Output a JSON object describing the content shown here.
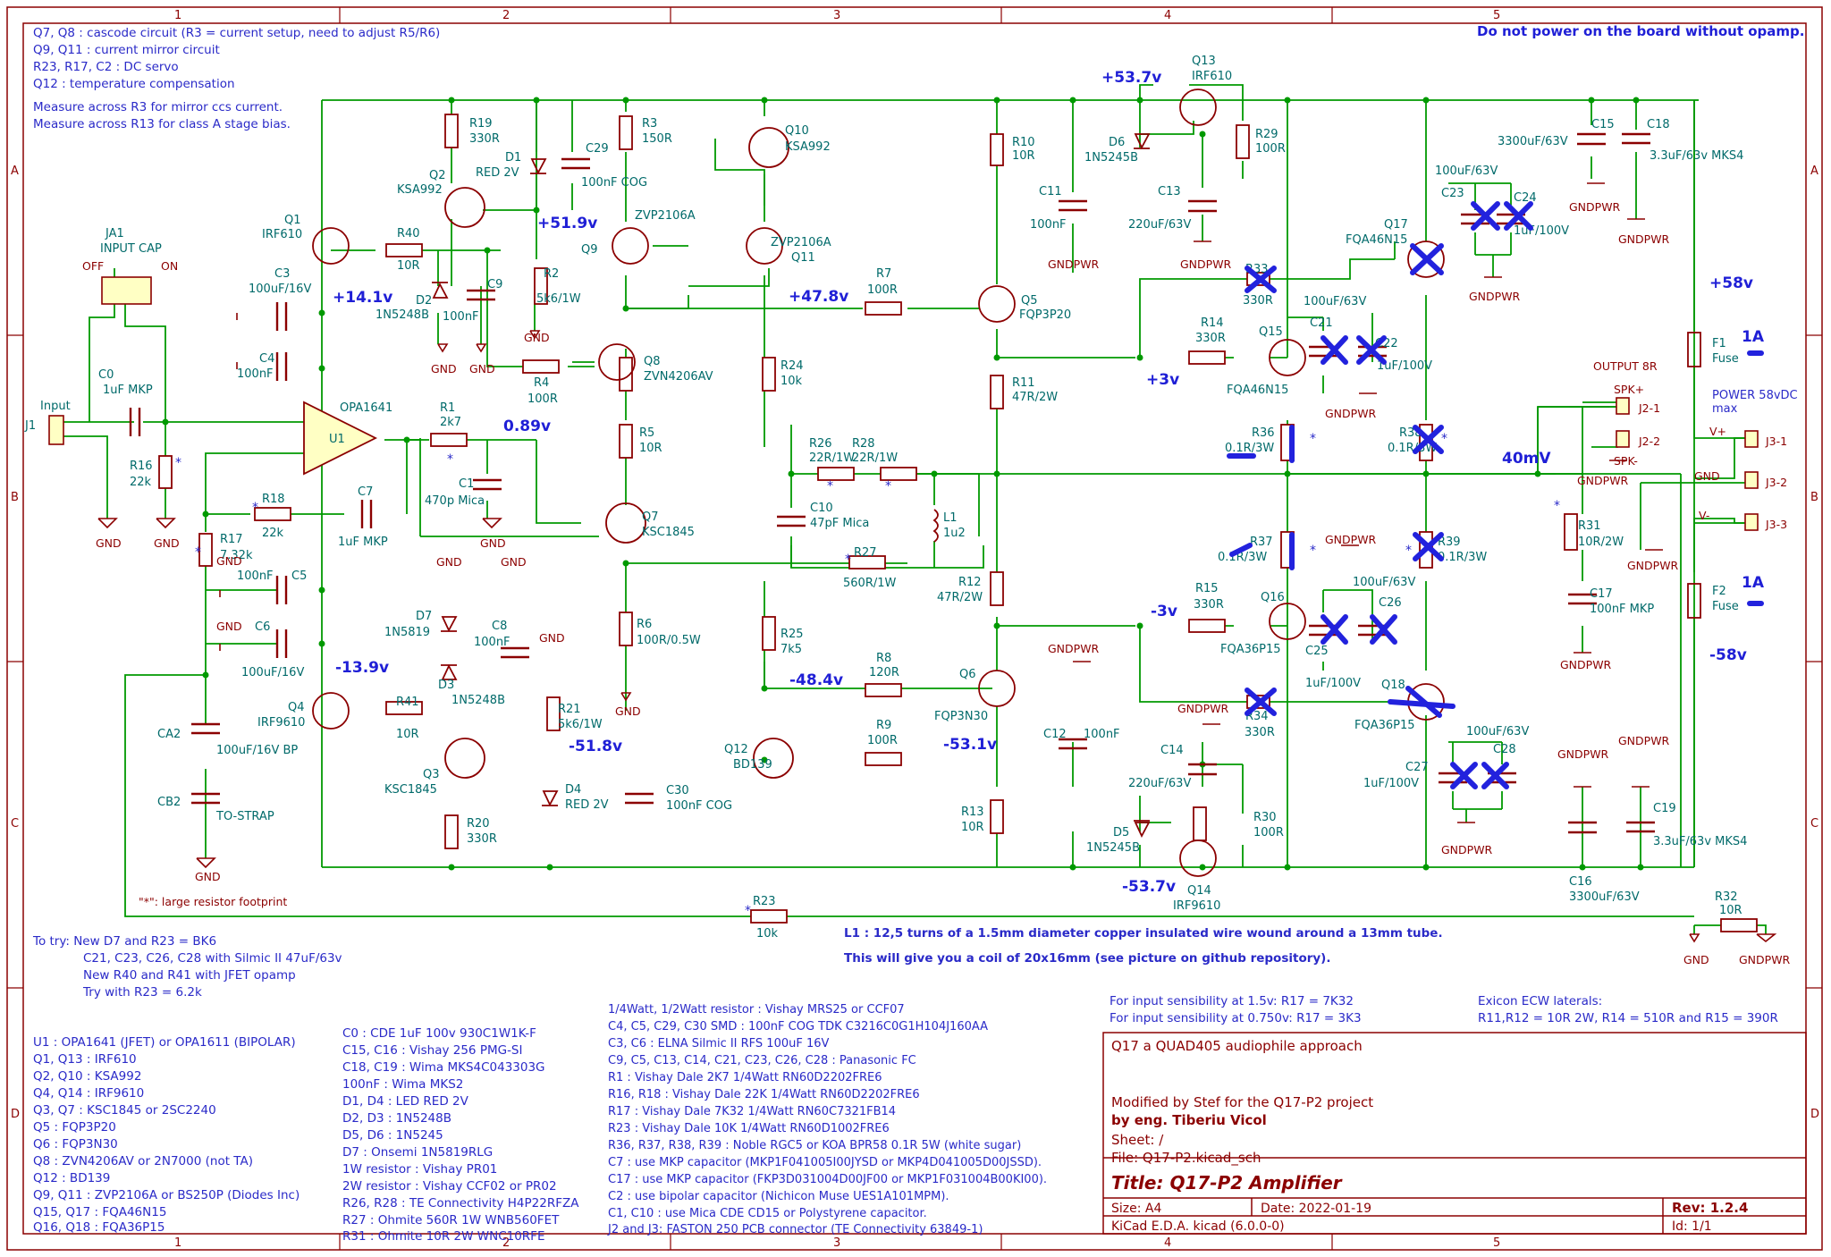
{
  "colors": {
    "border": "#8b0000",
    "wire": "#009900",
    "part": "#8b0000",
    "ref": "#006a6a",
    "note": "#2a2ac8",
    "voltage": "#1f1fd6",
    "strike": "#2222dd",
    "pin": "#8b0000",
    "symbol_fill": "#ffffc4"
  },
  "frame": {
    "cols": [
      "1",
      "2",
      "3",
      "4",
      "5"
    ],
    "rows": [
      "A",
      "B",
      "C",
      "D"
    ]
  },
  "warning": "Do not power on the board without opamp.",
  "notes_top": [
    "Q7, Q8 : cascode circuit (R3 = current setup, need to adjust R5/R6)",
    "Q9, Q11 : current mirror circuit",
    "R23, R17, C2 : DC servo",
    "Q12 : temperature compensation",
    "Measure across R3 for mirror ccs current.",
    "Measure across R13 for class A stage bias."
  ],
  "voltages": {
    "v_53_7p": "+53.7v",
    "v_51_9": "+51.9v",
    "v_14_1": "+14.1v",
    "v_47_8": "+47.8v",
    "v_0_89": "0.89v",
    "v_3p": "+3v",
    "v_3m": "-3v",
    "v_13_9": "-13.9v",
    "v_48_4": "-48.4v",
    "v_51_8": "-51.8v",
    "v_53_1": "-53.1v",
    "v_53_7m": "-53.7v",
    "v_58p": "+58v",
    "v_58m": "-58v",
    "v_40mv": "40mV",
    "f1_rating": "1A",
    "f2_rating": "1A"
  },
  "components": [
    {
      "ref": "R19",
      "value": "330R"
    },
    {
      "ref": "D1",
      "value": "RED 2V"
    },
    {
      "ref": "C29",
      "value": "100nF COG"
    },
    {
      "ref": "R3",
      "value": "150R"
    },
    {
      "ref": "Q10",
      "value": "KSA992"
    },
    {
      "ref": "Q2",
      "value": "KSA992"
    },
    {
      "ref": "R10",
      "value": "10R"
    },
    {
      "ref": "C11",
      "value": "100nF"
    },
    {
      "ref": "Q1",
      "value": "IRF610"
    },
    {
      "ref": "R40",
      "value": "10R"
    },
    {
      "ref": "C9",
      "value": "100nF"
    },
    {
      "ref": "D2",
      "value": "1N5248B"
    },
    {
      "ref": "R2",
      "value": "5k6/1W"
    },
    {
      "ref": "Q9",
      "value": "ZVP2106A"
    },
    {
      "ref": "Q11",
      "value": "ZVP2106A"
    },
    {
      "ref": "R7",
      "value": "100R"
    },
    {
      "ref": "Q5",
      "value": "FQP3P20"
    },
    {
      "ref": "C3",
      "value": "100uF/16V"
    },
    {
      "ref": "C4",
      "value": "100nF"
    },
    {
      "ref": "R4",
      "value": "100R"
    },
    {
      "ref": "Q8",
      "value": "ZVN4206AV"
    },
    {
      "ref": "R24",
      "value": "10k"
    },
    {
      "ref": "R11",
      "value": "47R/2W"
    },
    {
      "ref": "C0",
      "value": "1uF MKP"
    },
    {
      "ref": "U1",
      "value": "OPA1641"
    },
    {
      "ref": "R1",
      "value": "2k7"
    },
    {
      "ref": "R5",
      "value": "10R"
    },
    {
      "ref": "R16",
      "value": "22k"
    },
    {
      "ref": "C1",
      "value": "470p Mica"
    },
    {
      "ref": "R26",
      "value": "22R/1W"
    },
    {
      "ref": "R28",
      "value": "22R/1W"
    },
    {
      "ref": "C10",
      "value": "47pF Mica"
    },
    {
      "ref": "L1",
      "value": "1u2"
    },
    {
      "ref": "R18",
      "value": "22k"
    },
    {
      "ref": "C7",
      "value": "1uF MKP"
    },
    {
      "ref": "Q7",
      "value": "KSC1845"
    },
    {
      "ref": "R17",
      "value": "7.32k"
    },
    {
      "ref": "R27",
      "value": "560R/1W"
    },
    {
      "ref": "R12",
      "value": "47R/2W"
    },
    {
      "ref": "C5",
      "value": "100nF"
    },
    {
      "ref": "D7",
      "value": "1N5819"
    },
    {
      "ref": "C8",
      "value": "100nF"
    },
    {
      "ref": "R6",
      "value": "100R/0.5W"
    },
    {
      "ref": "C6",
      "value": "100uF/16V"
    },
    {
      "ref": "D3",
      "value": "1N5248B"
    },
    {
      "ref": "R25",
      "value": "7k5"
    },
    {
      "ref": "R8",
      "value": "120R"
    },
    {
      "ref": "Q6",
      "value": "FQP3N30"
    },
    {
      "ref": "Q4",
      "value": "IRF9610"
    },
    {
      "ref": "R41",
      "value": "10R"
    },
    {
      "ref": "R21",
      "value": "5k6/1W"
    },
    {
      "ref": "CA2",
      "value": "100uF/16V BP"
    },
    {
      "ref": "Q3",
      "value": "KSC1845"
    },
    {
      "ref": "R9",
      "value": "100R"
    },
    {
      "ref": "C12",
      "value": "100nF"
    },
    {
      "ref": "Q12",
      "value": "BD139"
    },
    {
      "ref": "D4",
      "value": "RED 2V"
    },
    {
      "ref": "CB2",
      "value": "TO-STRAP"
    },
    {
      "ref": "R20",
      "value": "330R"
    },
    {
      "ref": "C30",
      "value": "100nF COG"
    },
    {
      "ref": "R13",
      "value": "10R"
    },
    {
      "ref": "R23",
      "value": "10k"
    },
    {
      "ref": "Q13",
      "value": "IRF610"
    },
    {
      "ref": "D6",
      "value": "1N5245B"
    },
    {
      "ref": "R29",
      "value": "100R"
    },
    {
      "ref": "C13",
      "value": "220uF/63V"
    },
    {
      "ref": "R33",
      "value": "330R"
    },
    {
      "ref": "R14",
      "value": "330R"
    },
    {
      "ref": "Q15",
      "value": "FQA46N15"
    },
    {
      "ref": "C21",
      "value": "100uF/63V"
    },
    {
      "ref": "C22",
      "value": "1uF/100V"
    },
    {
      "ref": "R36",
      "value": "0.1R/3W"
    },
    {
      "ref": "R37",
      "value": "0.1R/3W"
    },
    {
      "ref": "R15",
      "value": "330R"
    },
    {
      "ref": "Q16",
      "value": "FQA36P15"
    },
    {
      "ref": "C25",
      "value": "1uF/100V"
    },
    {
      "ref": "C26",
      "value": "100uF/63V"
    },
    {
      "ref": "R34",
      "value": "330R"
    },
    {
      "ref": "C14",
      "value": "220uF/63V"
    },
    {
      "ref": "D5",
      "value": "1N5245B"
    },
    {
      "ref": "Q14",
      "value": "IRF9610"
    },
    {
      "ref": "R30",
      "value": "100R"
    },
    {
      "ref": "Q17",
      "value": "FQA46N15"
    },
    {
      "ref": "C23",
      "value": "100uF/63V"
    },
    {
      "ref": "C24",
      "value": "1uF/100V"
    },
    {
      "ref": "R38",
      "value": "0.1R/3W"
    },
    {
      "ref": "R39",
      "value": "0.1R/3W"
    },
    {
      "ref": "Q18",
      "value": "FQA36P15"
    },
    {
      "ref": "C27",
      "value": "1uF/100V"
    },
    {
      "ref": "C28",
      "value": "100uF/63V"
    },
    {
      "ref": "C15",
      "value": "3300uF/63V"
    },
    {
      "ref": "C18",
      "value": "3.3uF/63v MKS4"
    },
    {
      "ref": "C16",
      "value": "3300uF/63V"
    },
    {
      "ref": "C19",
      "value": "3.3uF/63v MKS4"
    },
    {
      "ref": "R31",
      "value": "10R/2W"
    },
    {
      "ref": "C17",
      "value": "100nF MKP"
    },
    {
      "ref": "R32",
      "value": "10R"
    },
    {
      "ref": "F1",
      "value": "Fuse"
    },
    {
      "ref": "F2",
      "value": "Fuse"
    },
    {
      "ref": "J1",
      "value": "Input"
    },
    {
      "ref": "JA1",
      "value": "INPUT CAP"
    }
  ],
  "labels": {
    "gnd": "GND",
    "gndpwr": "GNDPWR",
    "jumper_off": "OFF",
    "jumper_on": "ON",
    "output": "OUTPUT 8R",
    "spk_plus": "SPK+",
    "spk_minus": "SPK-",
    "j2_1": "J2-1",
    "j2_2": "J2-2",
    "j3_1": "J3-1",
    "j3_2": "J3-2",
    "j3_3": "J3-3",
    "power": "POWER 58vDC",
    "power_max": "max",
    "vplus": "V+",
    "vminus": "V-",
    "large_footprint": "\"*\": large resistor footprint",
    "star": "*"
  },
  "l1_note": [
    "L1 : 12,5 turns of a 1.5mm diameter copper insulated wire wound around a 13mm tube.",
    "This will give you a coil of 20x16mm (see picture on github repository)."
  ],
  "to_try": [
    "To try:  New D7 and R23 = BK6",
    "C21, C23, C26, C28 with Silmic II 47uF/63v",
    "New R40 and R41 with JFET opamp",
    "Try with R23 = 6.2k"
  ],
  "bom_col1": [
    "U1 : OPA1641 (JFET) or OPA1611 (BIPOLAR)",
    "Q1, Q13 : IRF610",
    "Q2, Q10 : KSA992",
    "Q4, Q14 : IRF9610",
    "Q3, Q7 : KSC1845 or 2SC2240",
    "Q5 : FQP3P20",
    "Q6 : FQP3N30",
    "Q8 : ZVN4206AV or 2N7000 (not TA)",
    "Q12 : BD139",
    "Q9, Q11 : ZVP2106A or BS250P (Diodes Inc)",
    "Q15, Q17 : FQA46N15",
    "Q16, Q18 : FQA36P15"
  ],
  "bom_col2": [
    "C0 : CDE 1uF 100v 930C1W1K-F",
    "C15, C16 : Vishay 256 PMG-SI",
    "C18, C19 : Wima MKS4C043303G",
    "100nF : Wima MKS2",
    "D1, D4 : LED RED 2V",
    "D2, D3 : 1N5248B",
    "D5, D6 : 1N5245",
    "D7 : Onsemi 1N5819RLG",
    "1W resistor : Vishay PR01",
    "2W resistor : Vishay CCF02 or PR02",
    "R26, R28 : TE Connectivity H4P22RFZA",
    "R27 : Ohmite 560R 1W WNB560FET",
    "R31 : Ohmite 10R 2W WNC10RFE"
  ],
  "bom_col3": [
    "1/4Watt, 1/2Watt resistor : Vishay MRS25 or CCF07",
    "C4, C5, C29, C30 SMD : 100nF COG TDK C3216C0G1H104J160AA",
    "C3, C6 : ELNA Silmic II RFS 100uF 16V",
    "C9, C5, C13, C14, C21, C23, C26, C28 : Panasonic FC",
    "R1 : Vishay Dale 2K7 1/4Watt RN60D2202FRE6",
    "R16, R18 : Vishay Dale 22K 1/4Watt RN60D2202FRE6",
    "R17 : Vishay Dale 7K32 1/4Watt RN60C7321FB14",
    "R23 : Vishay Dale 10K 1/4Watt RN60D1002FRE6",
    "R36, R37, R38, R39 : Noble RGC5 or KOA BPR58 0.1R 5W (white sugar)",
    "C7 : use MKP capacitor (MKP1F041005I00JYSD or MKP4D041005D00JSSD).",
    "C17 : use MKP capacitor (FKP3D031004D00JF00 or MKP1F031004B00KI00).",
    "C2 : use bipolar capacitor (Nichicon Muse UES1A101MPM).",
    "C1, C10 : use Mica CDE CD15 or Polystyrene capacitor.",
    "J2 and J3: FASTON 250 PCB connector (TE Connectivity 63849-1)"
  ],
  "sensibility": [
    "For input sensibility at 1.5v: R17 = 7K32",
    "For input sensibility at 0.750v: R17 = 3K3"
  ],
  "exicon": [
    "Exicon ECW laterals:",
    "R11,R12 = 10R 2W, R14 = 510R and R15 = 390R"
  ],
  "title_block": {
    "comment1": "Q17 a QUAD405 audiophile approach",
    "comment2": "Modified by Stef for the Q17-P2 project",
    "comment3": "by eng. Tiberiu Vicol",
    "sheet": "Sheet: /",
    "file": "File: Q17-P2.kicad_sch",
    "title": "Title: Q17-P2 Amplifier",
    "size": "Size: A4",
    "date": "Date: 2022-01-19",
    "rev": "Rev: 1.2.4",
    "kicad": "KiCad E.D.A.  kicad (6.0.0-0)",
    "id": "Id: 1/1"
  }
}
